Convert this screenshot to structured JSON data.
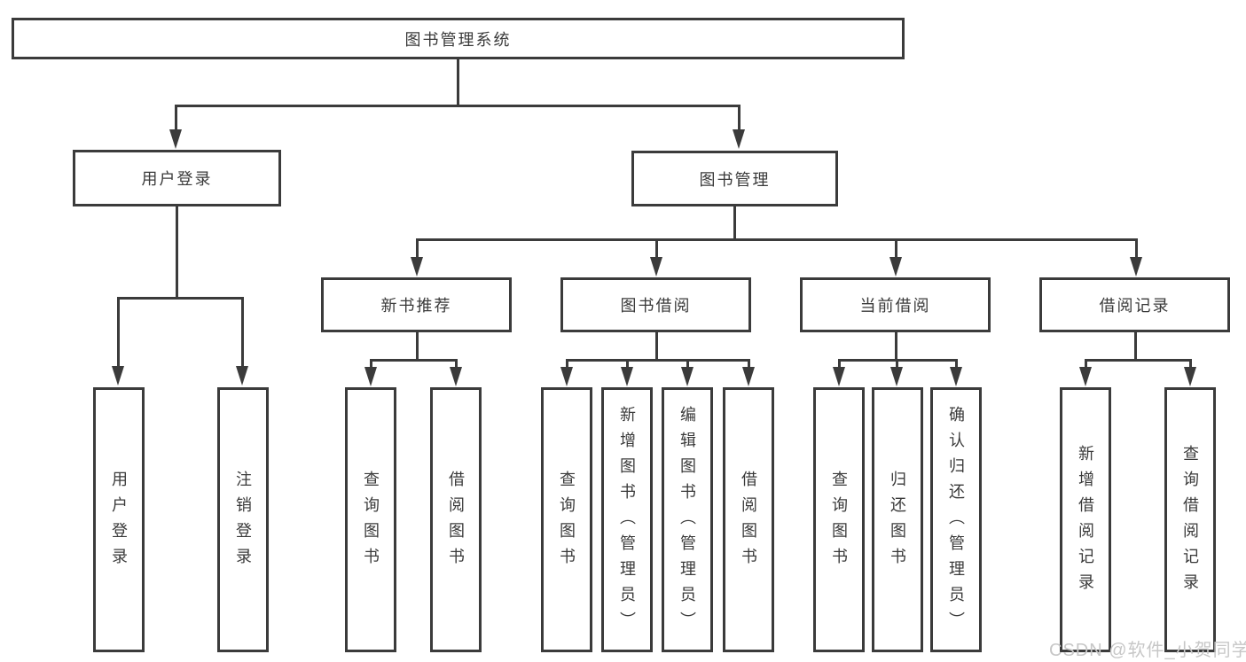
{
  "tree": {
    "root": "图书管理系统",
    "user_login": {
      "label": "用户登录",
      "children": {
        "login": "用户登录",
        "logout": "注销登录"
      }
    },
    "book_mgmt": {
      "label": "图书管理",
      "new_book_rec": {
        "label": "新书推荐",
        "children": {
          "query": "查询图书",
          "borrow": "借阅图书"
        }
      },
      "book_borrow": {
        "label": "图书借阅",
        "children": {
          "query": "查询图书",
          "add": "新增图书（管理员）",
          "edit": "编辑图书（管理员）",
          "borrow": "借阅图书"
        }
      },
      "current_borrow": {
        "label": "当前借阅",
        "children": {
          "query": "查询图书",
          "return": "归还图书",
          "confirm": "确认归还（管理员）"
        }
      },
      "borrow_records": {
        "label": "借阅记录",
        "children": {
          "add": "新增借阅记录",
          "query": "查询借阅记录"
        }
      }
    }
  },
  "watermark": "CSDN @软件_小贺同学",
  "colors": {
    "line": "#3b3b3b",
    "text": "#3a3a3a",
    "watermark": "#c7c7c7",
    "background": "#ffffff"
  }
}
